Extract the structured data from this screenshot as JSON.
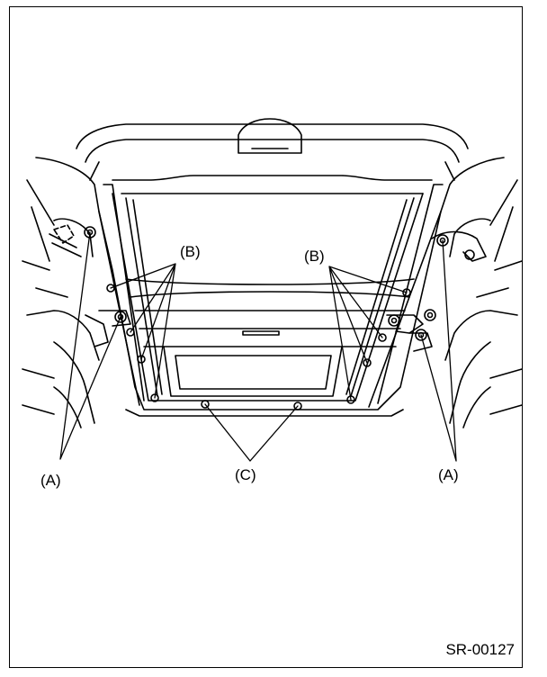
{
  "labels": {
    "a_left": "(A)",
    "a_right": "(A)",
    "b_left": "(B)",
    "b_right": "(B)",
    "c": "(C)"
  },
  "figure_code": "SR-00127",
  "colors": {
    "line": "#000000",
    "background": "#ffffff"
  }
}
